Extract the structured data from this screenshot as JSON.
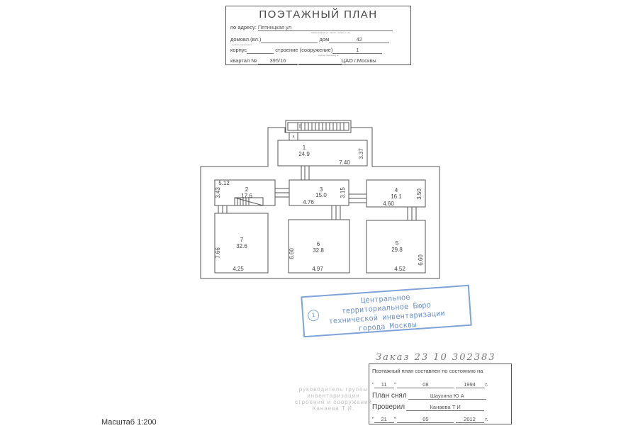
{
  "header": {
    "title": "ПОЭТАЖНЫЙ ПЛАН",
    "address_label": "по адресу:",
    "address_value": "Пятницкая ул",
    "address_hint": "наименование ул. (просп., бульв. и т.д.)",
    "domovl_label": "домовл.(вл.)",
    "domovl_hint": "нужное подчеркнуть",
    "dom_label": "дом",
    "dom_value": "42",
    "korpus_label": "корпус",
    "stroenie_label": "строение (сооружение)",
    "stroenie_value": "1",
    "stroenie_hint": "нужное подчеркнуть",
    "kvartal_label": "квартал №",
    "kvartal_value": "395/16",
    "district": "ЦАО г.Москвы"
  },
  "plan": {
    "stair_label": "I",
    "stair_sub": "a",
    "rooms": [
      {
        "num": "1",
        "area": "24.9",
        "w": "7.40",
        "h": "3.37"
      },
      {
        "num": "2",
        "area": "17.6",
        "w": "5.12",
        "h": "3.43"
      },
      {
        "num": "3",
        "area": "15.0",
        "w": "4.76",
        "h": "3.15"
      },
      {
        "num": "4",
        "area": "16.1",
        "w": "4.60",
        "h": "3.50"
      },
      {
        "num": "5",
        "area": "29.8",
        "w": "4.52",
        "h": "6.60"
      },
      {
        "num": "6",
        "area": "32.8",
        "w": "4.97",
        "h": "6.60"
      },
      {
        "num": "7",
        "area": "32.6",
        "w": "4.25",
        "h": "7.66"
      }
    ]
  },
  "stamp": {
    "lines": [
      "Центральное",
      "территориальное Бюро",
      "технической инвентаризации",
      "города Москвы"
    ]
  },
  "order_note": "Заказ 23 10 302383",
  "faded_stamp": [
    "руководитель группы",
    "инвентаризации",
    "строений и сооружений",
    "Канаева Т.И."
  ],
  "signature": {
    "title": "Поэтажный план составлен по состоянию на",
    "d1": "11",
    "m1": "08",
    "y1": "1994",
    "g": "г.",
    "drew_label": "План снял",
    "drew_name": "Шаухина Ю А",
    "checked_label": "Проверил",
    "checked_name": "Канаева Т И",
    "d2": "21",
    "m2": "05",
    "y2": "2012"
  },
  "scale": "Масштаб 1:200"
}
